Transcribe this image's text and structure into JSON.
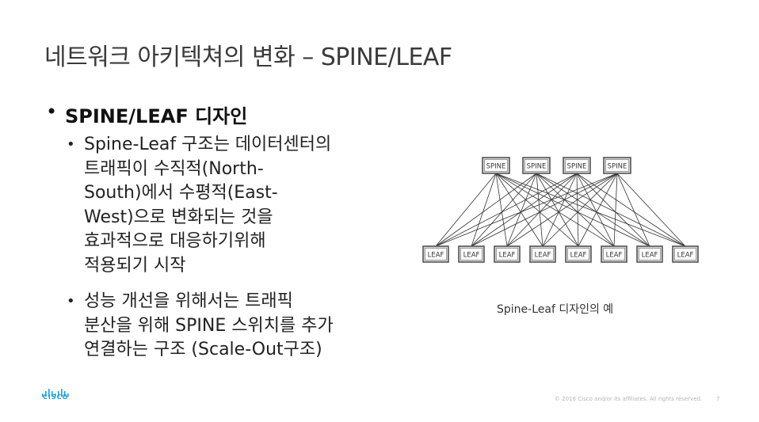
{
  "slide": {
    "title": "네트워크 아키텍쳐의 변화 – SPINE/LEAF"
  },
  "heading": {
    "bullet": "•",
    "text": "SPINE/LEAF 디자인"
  },
  "sub_bullets": [
    {
      "bullet": "•",
      "lines": [
        "Spine-Leaf 구조는 데이터센터의",
        "트래픽이 수직적(North-",
        "South)에서 수평적(East-",
        "West)으로 변화되는 것을",
        "효과적으로 대응하기위해",
        "적용되기 시작"
      ]
    },
    {
      "bullet": "•",
      "lines": [
        "성능 개선을 위해서는 트래픽",
        "분산을 위해 SPINE 스위치를 추가",
        "연결하는 구조 (Scale-Out구조)"
      ]
    }
  ],
  "diagram": {
    "spine_nodes": [
      "SPINE",
      "SPINE",
      "SPINE",
      "SPINE"
    ],
    "leaf_nodes": [
      "LEAF",
      "LEAF",
      "LEAF",
      "LEAF",
      "LEAF",
      "LEAF",
      "LEAF",
      "LEAF"
    ],
    "caption": "Spine-Leaf 디자인의 예",
    "node_fill": "#d9d9d9",
    "node_border": "#555555",
    "link_color": "#333333"
  },
  "footer": {
    "logo_text": "CISCO",
    "copyright": "© 2016  Cisco and/or its affiliates. All rights reserved.",
    "page_number": "7"
  },
  "colors": {
    "brand": "#1ba0d7",
    "title": "#3a3a3a"
  }
}
